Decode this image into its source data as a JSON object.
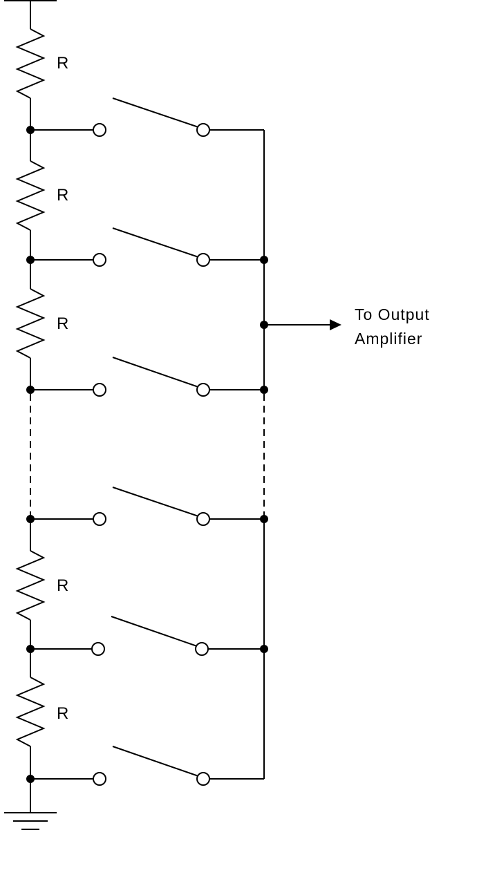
{
  "diagram": {
    "resistor_label": "R",
    "output_label_line1": "To Output",
    "output_label_line2": "Amplifier",
    "colors": {
      "line": "#000000",
      "background": "#ffffff"
    }
  }
}
